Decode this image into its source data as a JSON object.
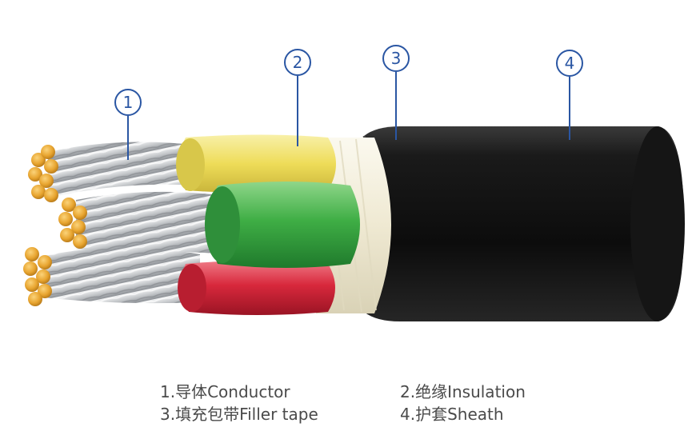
{
  "callouts": [
    {
      "number": "1"
    },
    {
      "number": "2"
    },
    {
      "number": "3"
    },
    {
      "number": "4"
    }
  ],
  "legend": {
    "conductor": "1.导体Conductor",
    "insulation": "2.绝缘Insulation",
    "filler": "3.填充包带Filler tape",
    "sheath": "4.护套Sheath"
  },
  "colors": {
    "callout": "#2a56a3",
    "sheath": "#121212",
    "filler_tape": "#f2eedc",
    "yellow_core": "#f1e26a",
    "green_core": "#3fae45",
    "red_core": "#d8283c",
    "conductor_strand": "#c7c9cc",
    "copper_end": "#e8a530"
  }
}
